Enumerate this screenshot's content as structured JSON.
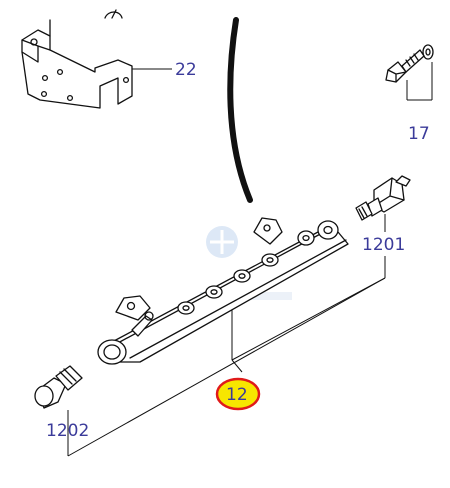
{
  "callouts": [
    {
      "id": "22",
      "text": "22"
    },
    {
      "id": "17",
      "text": "17"
    },
    {
      "id": "1201",
      "text": "1201"
    },
    {
      "id": "12",
      "text": "12",
      "highlighted": true
    },
    {
      "id": "1202",
      "text": "1202"
    }
  ],
  "colors": {
    "label": "#3b3b9a",
    "highlight_fill": "#f7e600",
    "highlight_ring": "#e01a1a",
    "line": "#111111"
  }
}
